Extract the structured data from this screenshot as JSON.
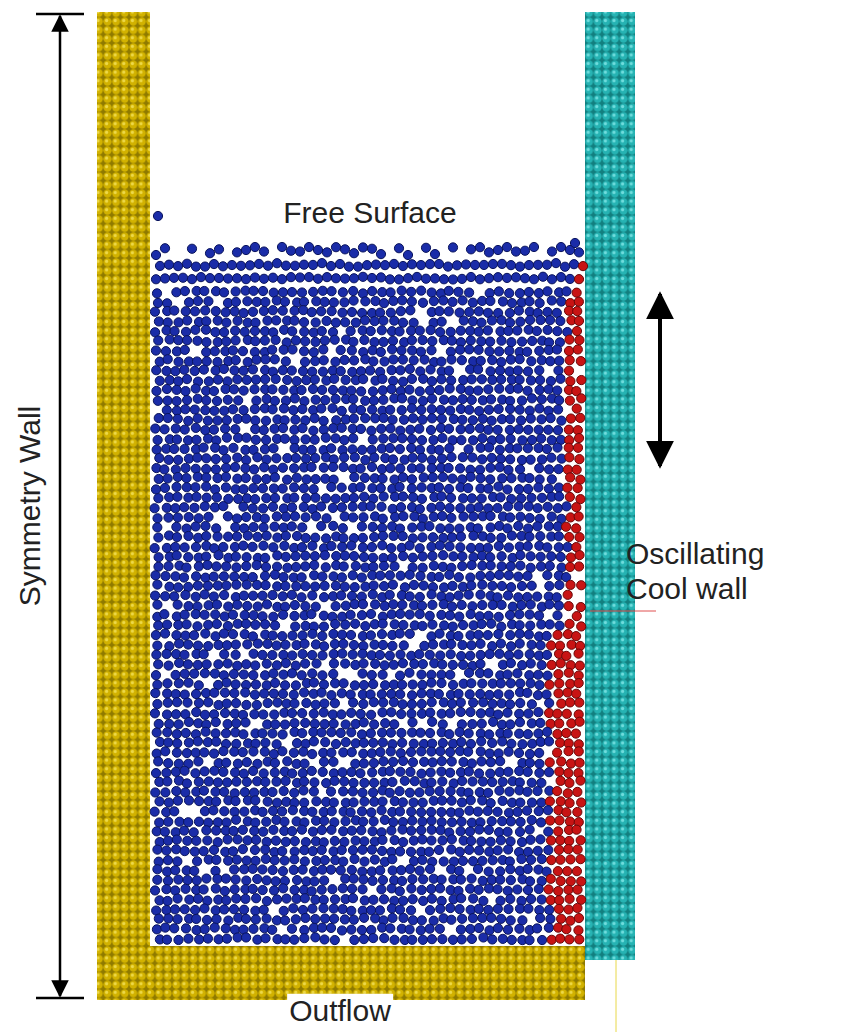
{
  "diagram": {
    "labels": [
      "Symmetry Wall",
      "Free Surface",
      "Oscillating Cool wall",
      "Outflow"
    ]
  }
}
